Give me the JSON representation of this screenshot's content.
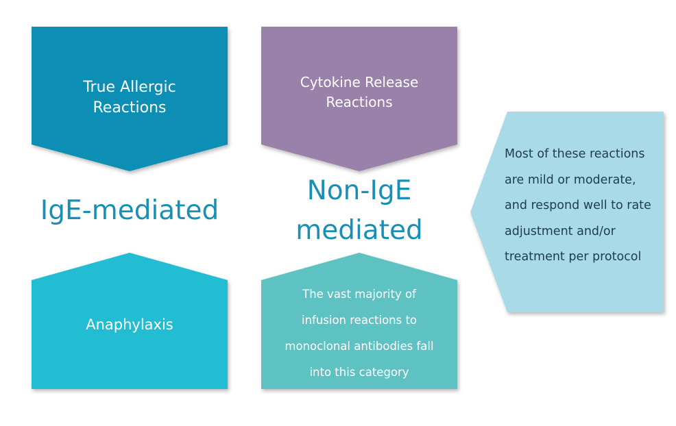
{
  "colors": {
    "teal_dark": "#0f8fb5",
    "purple": "#9a81a9",
    "cyan": "#22bdd3",
    "aqua": "#5ec2c2",
    "light_blue": "#a8dbe7",
    "heading": "#1a8fb6",
    "callout_text": "#1d3c4c"
  },
  "left": {
    "top_box": {
      "lines": [
        "True Allergic",
        "Reactions"
      ]
    },
    "heading": {
      "lines": [
        "IgE-mediated"
      ]
    },
    "bottom_box": {
      "lines": [
        "Anaphylaxis"
      ]
    }
  },
  "middle": {
    "top_box": {
      "lines": [
        "Cytokine Release",
        "Reactions"
      ]
    },
    "heading": {
      "lines": [
        "Non-IgE",
        "mediated"
      ]
    },
    "bottom_box": {
      "lines": [
        "The vast majority of",
        "infusion reactions to",
        "monoclonal antibodies fall",
        "into this category"
      ]
    }
  },
  "callout": {
    "lines": [
      "Most of these reactions",
      "are mild or moderate,",
      "and respond well to rate",
      "adjustment and/or",
      "treatment per protocol"
    ]
  }
}
